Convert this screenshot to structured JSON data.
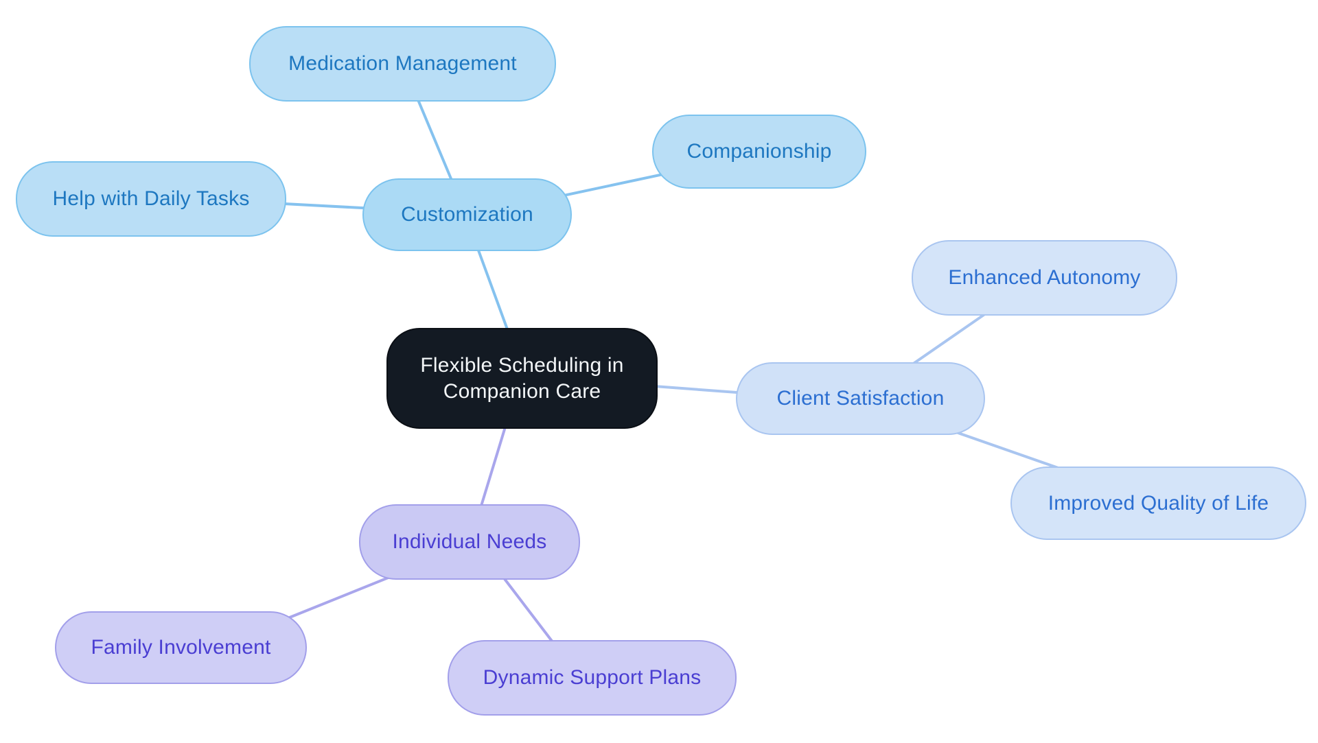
{
  "diagram": {
    "type": "mindmap",
    "background": "#ffffff"
  },
  "root": {
    "label": "Flexible Scheduling in\nCompanion Care",
    "fill": "#131a23",
    "text_color": "#f3f6f8"
  },
  "branches": [
    {
      "label": "Customization",
      "fill": "#abdaf5",
      "child_fill": "#b9def6",
      "border_color": "#7cc3ee",
      "text_color": "#1d77c0",
      "edge_color": "#85c2ef",
      "children": [
        {
          "label": "Medication Management"
        },
        {
          "label": "Help with Daily Tasks"
        },
        {
          "label": "Companionship"
        }
      ]
    },
    {
      "label": "Client Satisfaction",
      "fill": "#d0e1f8",
      "child_fill": "#d4e4f9",
      "border_color": "#a9c5f0",
      "text_color": "#2b6ed1",
      "edge_color": "#a9c5f0",
      "children": [
        {
          "label": "Enhanced Autonomy"
        },
        {
          "label": "Improved Quality of Life"
        }
      ]
    },
    {
      "label": "Individual Needs",
      "fill": "#cac9f4",
      "child_fill": "#cfcef6",
      "border_color": "#a29fea",
      "text_color": "#4a3ed2",
      "edge_color": "#a9a6ec",
      "children": [
        {
          "label": "Family Involvement"
        },
        {
          "label": "Dynamic Support Plans"
        }
      ]
    }
  ]
}
